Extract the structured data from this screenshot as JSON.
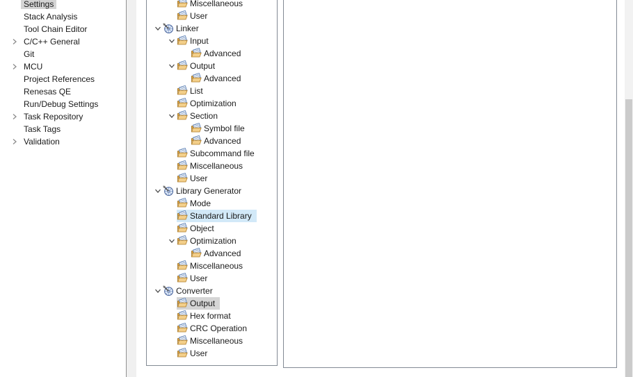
{
  "colors": {
    "selection_gray": "#d4d4d4",
    "hover_blue": "#d2e9f8",
    "panel_border": "#828a94",
    "scroll_track": "#f0f0f0",
    "scroll_thumb": "#cbcbcb",
    "chevron_collapsed": "#8c8c8c",
    "chevron_expanded": "#4a4a4a",
    "folder_tan": "#f3cf8a",
    "tool_blue": "#3c5a96"
  },
  "sidebar": {
    "items": [
      {
        "label": "Settings",
        "indent": 2,
        "arrow": "none",
        "state": "selected"
      },
      {
        "label": "Stack Analysis",
        "indent": 2,
        "arrow": "none",
        "state": "normal"
      },
      {
        "label": "Tool Chain Editor",
        "indent": 2,
        "arrow": "none",
        "state": "normal"
      },
      {
        "label": "C/C++ General",
        "indent": 1,
        "arrow": "collapsed",
        "state": "normal"
      },
      {
        "label": "Git",
        "indent": 1,
        "arrow": "none",
        "state": "normal"
      },
      {
        "label": "MCU",
        "indent": 1,
        "arrow": "collapsed",
        "state": "normal"
      },
      {
        "label": "Project References",
        "indent": 1,
        "arrow": "none",
        "state": "normal"
      },
      {
        "label": "Renesas QE",
        "indent": 1,
        "arrow": "none",
        "state": "normal"
      },
      {
        "label": "Run/Debug Settings",
        "indent": 1,
        "arrow": "none",
        "state": "normal"
      },
      {
        "label": "Task Repository",
        "indent": 1,
        "arrow": "collapsed",
        "state": "normal"
      },
      {
        "label": "Task Tags",
        "indent": 1,
        "arrow": "none",
        "state": "normal"
      },
      {
        "label": "Validation",
        "indent": 1,
        "arrow": "collapsed",
        "state": "normal"
      }
    ]
  },
  "tool_settings_tree": {
    "items": [
      {
        "label": "Miscellaneous",
        "level": 1,
        "arrow": "none",
        "icon": "category-folder",
        "state": "normal"
      },
      {
        "label": "User",
        "level": 1,
        "arrow": "none",
        "icon": "category-folder",
        "state": "normal"
      },
      {
        "label": "Linker",
        "level": 0,
        "arrow": "expanded",
        "icon": "tool",
        "state": "normal"
      },
      {
        "label": "Input",
        "level": 1,
        "arrow": "expanded",
        "icon": "category-folder",
        "state": "normal"
      },
      {
        "label": "Advanced",
        "level": 2,
        "arrow": "none",
        "icon": "category-folder",
        "state": "normal"
      },
      {
        "label": "Output",
        "level": 1,
        "arrow": "expanded",
        "icon": "category-folder",
        "state": "normal"
      },
      {
        "label": "Advanced",
        "level": 2,
        "arrow": "none",
        "icon": "category-folder",
        "state": "normal"
      },
      {
        "label": "List",
        "level": 1,
        "arrow": "none",
        "icon": "category-folder",
        "state": "normal"
      },
      {
        "label": "Optimization",
        "level": 1,
        "arrow": "none",
        "icon": "category-folder",
        "state": "normal"
      },
      {
        "label": "Section",
        "level": 1,
        "arrow": "expanded",
        "icon": "category-folder",
        "state": "normal"
      },
      {
        "label": "Symbol file",
        "level": 2,
        "arrow": "none",
        "icon": "category-folder",
        "state": "normal"
      },
      {
        "label": "Advanced",
        "level": 2,
        "arrow": "none",
        "icon": "category-folder",
        "state": "normal"
      },
      {
        "label": "Subcommand file",
        "level": 1,
        "arrow": "none",
        "icon": "category-folder",
        "state": "normal"
      },
      {
        "label": "Miscellaneous",
        "level": 1,
        "arrow": "none",
        "icon": "category-folder",
        "state": "normal"
      },
      {
        "label": "User",
        "level": 1,
        "arrow": "none",
        "icon": "category-folder",
        "state": "normal"
      },
      {
        "label": "Library Generator",
        "level": 0,
        "arrow": "expanded",
        "icon": "tool",
        "state": "normal"
      },
      {
        "label": "Mode",
        "level": 1,
        "arrow": "none",
        "icon": "category-folder",
        "state": "normal"
      },
      {
        "label": "Standard Library",
        "level": 1,
        "arrow": "none",
        "icon": "category-folder",
        "state": "hover"
      },
      {
        "label": "Object",
        "level": 1,
        "arrow": "none",
        "icon": "category-folder",
        "state": "normal"
      },
      {
        "label": "Optimization",
        "level": 1,
        "arrow": "expanded",
        "icon": "category-folder",
        "state": "normal"
      },
      {
        "label": "Advanced",
        "level": 2,
        "arrow": "none",
        "icon": "category-folder",
        "state": "normal"
      },
      {
        "label": "Miscellaneous",
        "level": 1,
        "arrow": "none",
        "icon": "category-folder",
        "state": "normal"
      },
      {
        "label": "User",
        "level": 1,
        "arrow": "none",
        "icon": "category-folder",
        "state": "normal"
      },
      {
        "label": "Converter",
        "level": 0,
        "arrow": "expanded",
        "icon": "tool",
        "state": "normal"
      },
      {
        "label": "Output",
        "level": 1,
        "arrow": "none",
        "icon": "category-folder",
        "state": "selected"
      },
      {
        "label": "Hex format",
        "level": 1,
        "arrow": "none",
        "icon": "category-folder",
        "state": "normal"
      },
      {
        "label": "CRC Operation",
        "level": 1,
        "arrow": "none",
        "icon": "category-folder",
        "state": "normal"
      },
      {
        "label": "Miscellaneous",
        "level": 1,
        "arrow": "none",
        "icon": "category-folder",
        "state": "normal"
      },
      {
        "label": "User",
        "level": 1,
        "arrow": "none",
        "icon": "category-folder",
        "state": "normal"
      }
    ]
  },
  "right_panel": {
    "content": ""
  }
}
